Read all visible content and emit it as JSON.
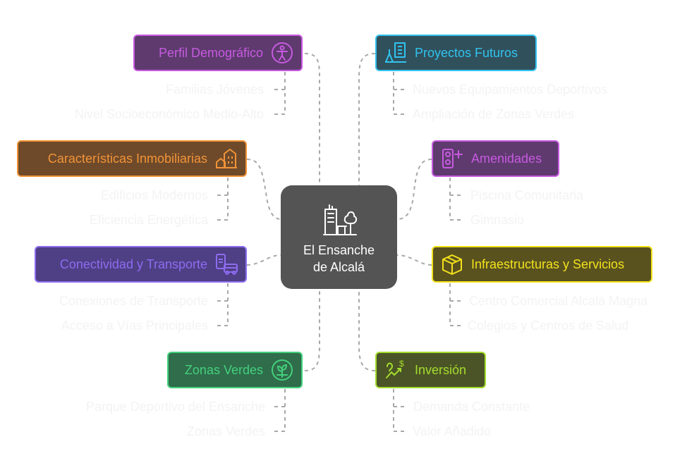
{
  "center": {
    "line1": "El Ensanche",
    "line2": "de Alcalá",
    "icon": "buildings-park-icon"
  },
  "nodes": {
    "perfil": {
      "label": "Perfil Demográfico",
      "icon": "person-icon",
      "color": "#c75ae0",
      "bg": "#5e3a6e",
      "items": [
        "Familias Jóvenes",
        "Nivel Socioeconómico Medio-Alto"
      ]
    },
    "caracteristicas": {
      "label": "Características Inmobiliarias",
      "icon": "houses-icon",
      "color": "#f29338",
      "bg": "#6e4a2a",
      "items": [
        "Edificios Modernos",
        "Eficiencia Energética"
      ]
    },
    "conectividad": {
      "label": "Conectividad y Transporte",
      "icon": "transport-icon",
      "color": "#8d6cf0",
      "bg": "#4f3f85",
      "items": [
        "Conexiones de Transporte",
        "Acceso a Vías Principales"
      ]
    },
    "zonas": {
      "label": "Zonas Verdes",
      "icon": "plant-icon",
      "color": "#44d07c",
      "bg": "#2f6d4b",
      "items": [
        "Parque Deportivo del Ensanche",
        "Zonas Verdes"
      ]
    },
    "proyectos": {
      "label": "Proyectos Futuros",
      "icon": "construction-icon",
      "color": "#31c3ee",
      "bg": "#30505c",
      "items": [
        "Nuevos Equipamientos Deportivos",
        "Ampliación de Zonas Verdes"
      ]
    },
    "amenidades": {
      "label": "Amenidades",
      "icon": "gym-plus-icon",
      "color": "#c75ae0",
      "bg": "#5e3a6e",
      "items": [
        "Piscina Comunitaria",
        "Gimnasio"
      ]
    },
    "infra": {
      "label": "Infraestructuras y Servicios",
      "icon": "box-icon",
      "color": "#f3e21c",
      "bg": "#59521f",
      "items": [
        "Centro Comercial Alcalá Magna",
        "Colegios y Centros de Salud"
      ]
    },
    "inversion": {
      "label": "Inversión",
      "icon": "growth-money-icon",
      "color": "#a4dd2e",
      "bg": "#4b5426",
      "items": [
        "Demanda Constante",
        "Valor Añadido"
      ]
    }
  }
}
